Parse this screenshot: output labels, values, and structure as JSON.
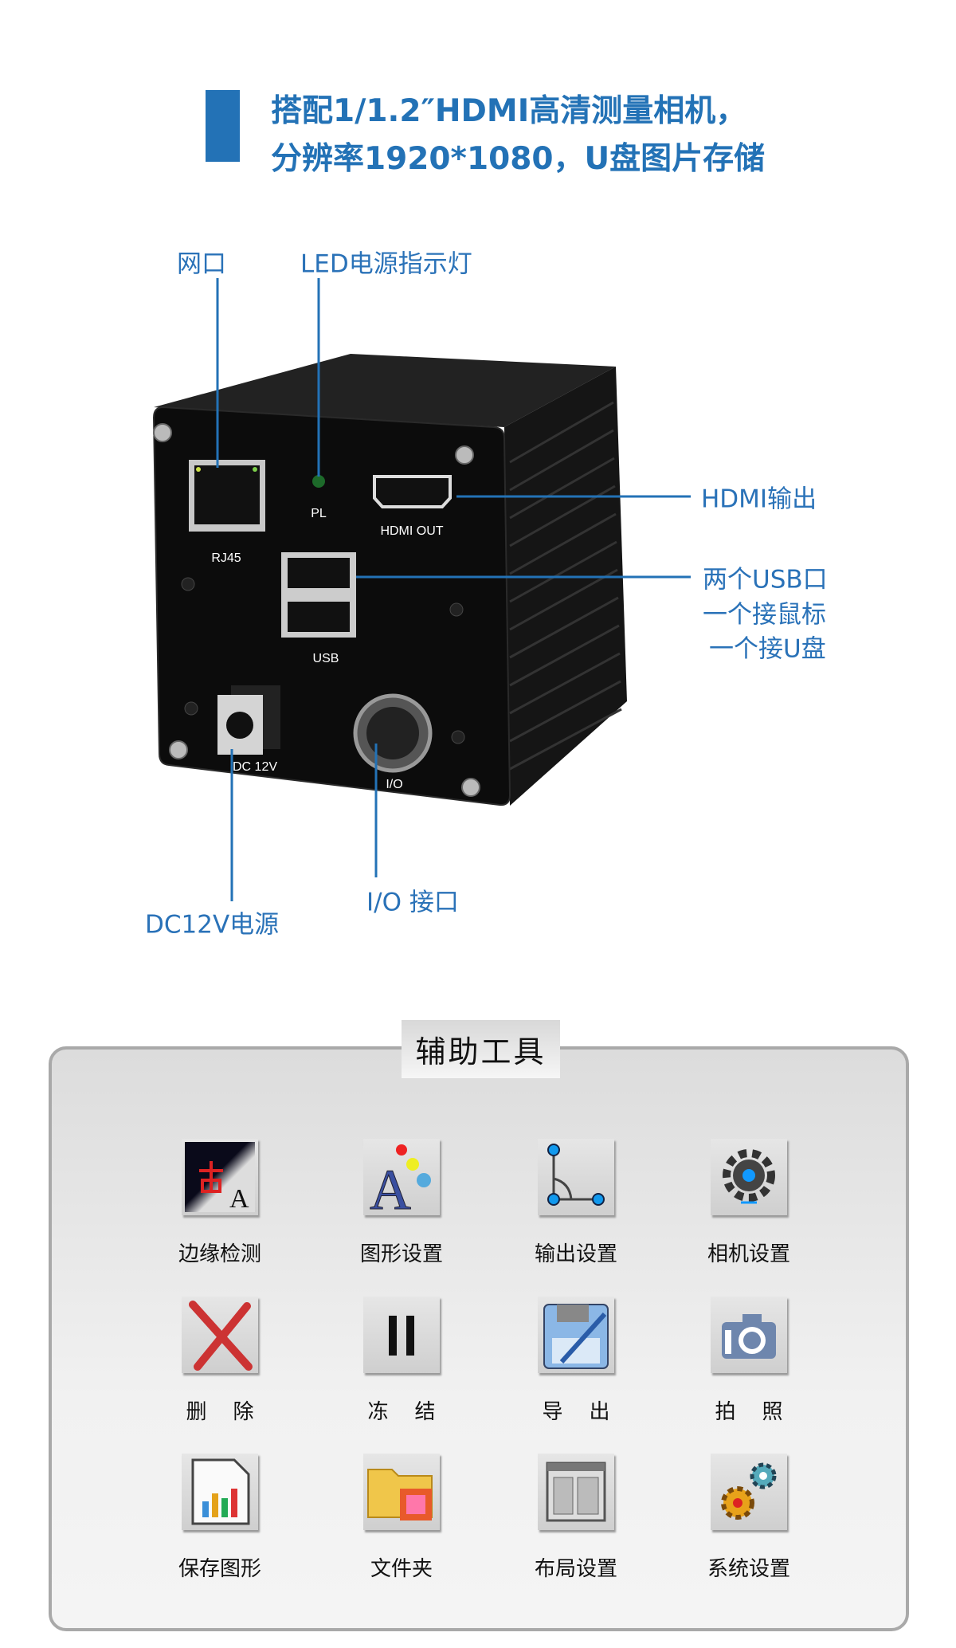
{
  "header": {
    "line1": "搭配1/1.2″HDMI高清测量相机，",
    "line2": "分辨率1920*1080，U盘图片存储"
  },
  "callouts": {
    "ethernet": "网口",
    "led": "LED电源指示灯",
    "hdmi": "HDMI输出",
    "usb1": "两个USB口",
    "usb2": "一个接鼠标",
    "usb3": "一个接U盘",
    "dc": "DC12V电源",
    "io": "I/O 接口"
  },
  "camera_labels": {
    "rj45": "RJ45",
    "pl": "PL",
    "hdmi_out": "HDMI OUT",
    "usb": "USB",
    "dc": "DC 12V",
    "io": "I/O"
  },
  "toolbox": {
    "title": "辅助工具",
    "tools": [
      {
        "label": "边缘检测",
        "icon": "edge-detect-icon"
      },
      {
        "label": "图形设置",
        "icon": "graphics-settings-icon"
      },
      {
        "label": "输出设置",
        "icon": "output-settings-icon"
      },
      {
        "label": "相机设置",
        "icon": "camera-settings-icon"
      },
      {
        "label": "删    除",
        "icon": "delete-icon"
      },
      {
        "label": "冻    结",
        "icon": "pause-icon"
      },
      {
        "label": "导    出",
        "icon": "export-icon"
      },
      {
        "label": "拍    照",
        "icon": "camera-icon"
      },
      {
        "label": "保存图形",
        "icon": "save-chart-icon"
      },
      {
        "label": "文件夹",
        "icon": "folder-icon"
      },
      {
        "label": "布局设置",
        "icon": "layout-icon"
      },
      {
        "label": "系统设置",
        "icon": "system-settings-icon"
      }
    ]
  },
  "colors": {
    "accent": "#2372b6",
    "label": "#2a72b8"
  }
}
